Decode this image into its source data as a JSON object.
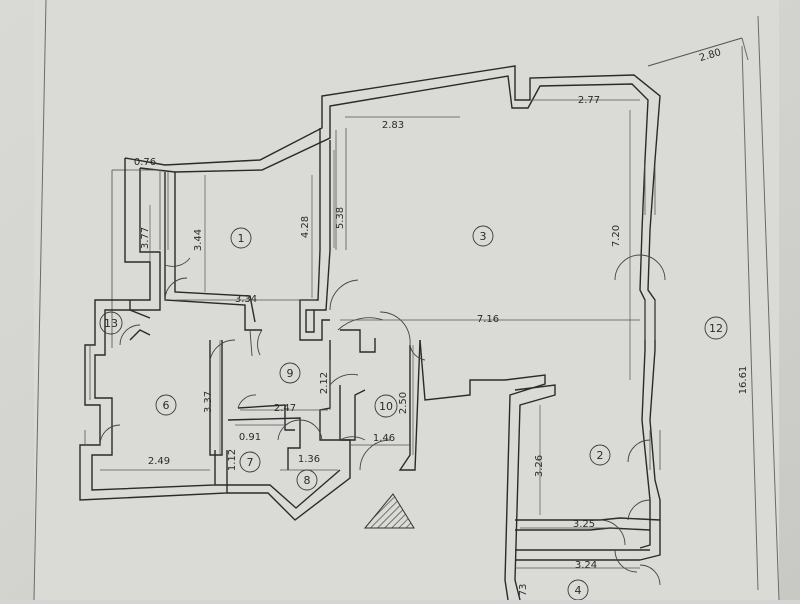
{
  "plan": {
    "rooms": [
      {
        "key": "r1",
        "label": "1"
      },
      {
        "key": "r2",
        "label": "2"
      },
      {
        "key": "r3",
        "label": "3"
      },
      {
        "key": "r4",
        "label": "4"
      },
      {
        "key": "r6",
        "label": "6"
      },
      {
        "key": "r7",
        "label": "7"
      },
      {
        "key": "r8",
        "label": "8"
      },
      {
        "key": "r9",
        "label": "9"
      },
      {
        "key": "r10",
        "label": "10"
      },
      {
        "key": "r12",
        "label": "12"
      },
      {
        "key": "r13",
        "label": "13"
      }
    ],
    "dimensions": [
      {
        "key": "d076",
        "value": "0.76"
      },
      {
        "key": "d377",
        "value": "3.77"
      },
      {
        "key": "d344",
        "value": "3.44"
      },
      {
        "key": "d428",
        "value": "4.28"
      },
      {
        "key": "d538",
        "value": "5.38"
      },
      {
        "key": "d283",
        "value": "2.83"
      },
      {
        "key": "d277",
        "value": "2.77"
      },
      {
        "key": "d280",
        "value": "2.80"
      },
      {
        "key": "d720",
        "value": "7.20"
      },
      {
        "key": "d334",
        "value": "3.34"
      },
      {
        "key": "d716",
        "value": "7.16"
      },
      {
        "key": "d337",
        "value": "3.37"
      },
      {
        "key": "d212",
        "value": "2.12"
      },
      {
        "key": "d250",
        "value": "2.50"
      },
      {
        "key": "d247",
        "value": "2.47"
      },
      {
        "key": "d091",
        "value": "0.91"
      },
      {
        "key": "d146",
        "value": "1.46"
      },
      {
        "key": "d112",
        "value": "1.12"
      },
      {
        "key": "d136",
        "value": "1.36"
      },
      {
        "key": "d249",
        "value": "2.49"
      },
      {
        "key": "d326",
        "value": "3.26"
      },
      {
        "key": "d325",
        "value": "3.25"
      },
      {
        "key": "d324",
        "value": "3.24"
      },
      {
        "key": "d1661",
        "value": "16.61"
      },
      {
        "key": "d073",
        "value": "73"
      }
    ]
  }
}
